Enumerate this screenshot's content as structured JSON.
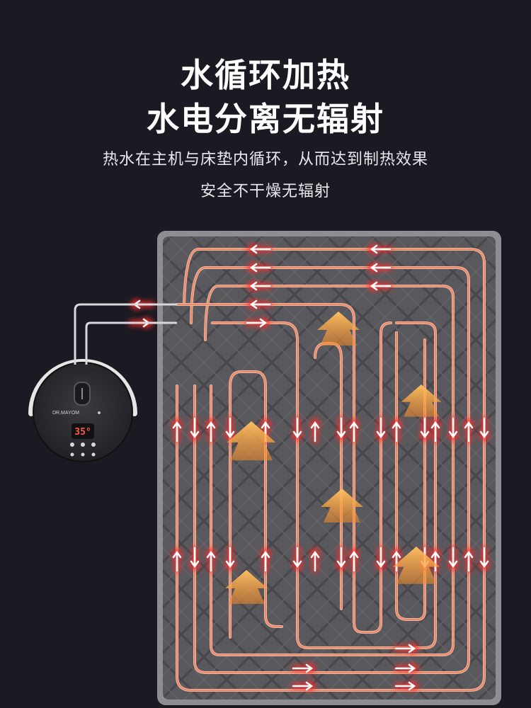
{
  "headline": {
    "line1": "水循环加热",
    "line2": "水电分离无辐射"
  },
  "subtitle": {
    "line1": "热水在主机与床垫内循环，从而达到制热效果",
    "line2": "安全不干燥无辐射"
  },
  "device": {
    "brand": "DR.MAYOM",
    "display": "35°",
    "color": "#2a2a2e"
  },
  "colors": {
    "background": "#1b1a22",
    "pipe": "#e8896a",
    "heat_arrow": "#f4a546",
    "mattress": "#5a5a5e"
  },
  "icons": [
    "mattress-image",
    "heating-unit-image",
    "heat-arrow-icon",
    "flow-arrow-icon"
  ]
}
